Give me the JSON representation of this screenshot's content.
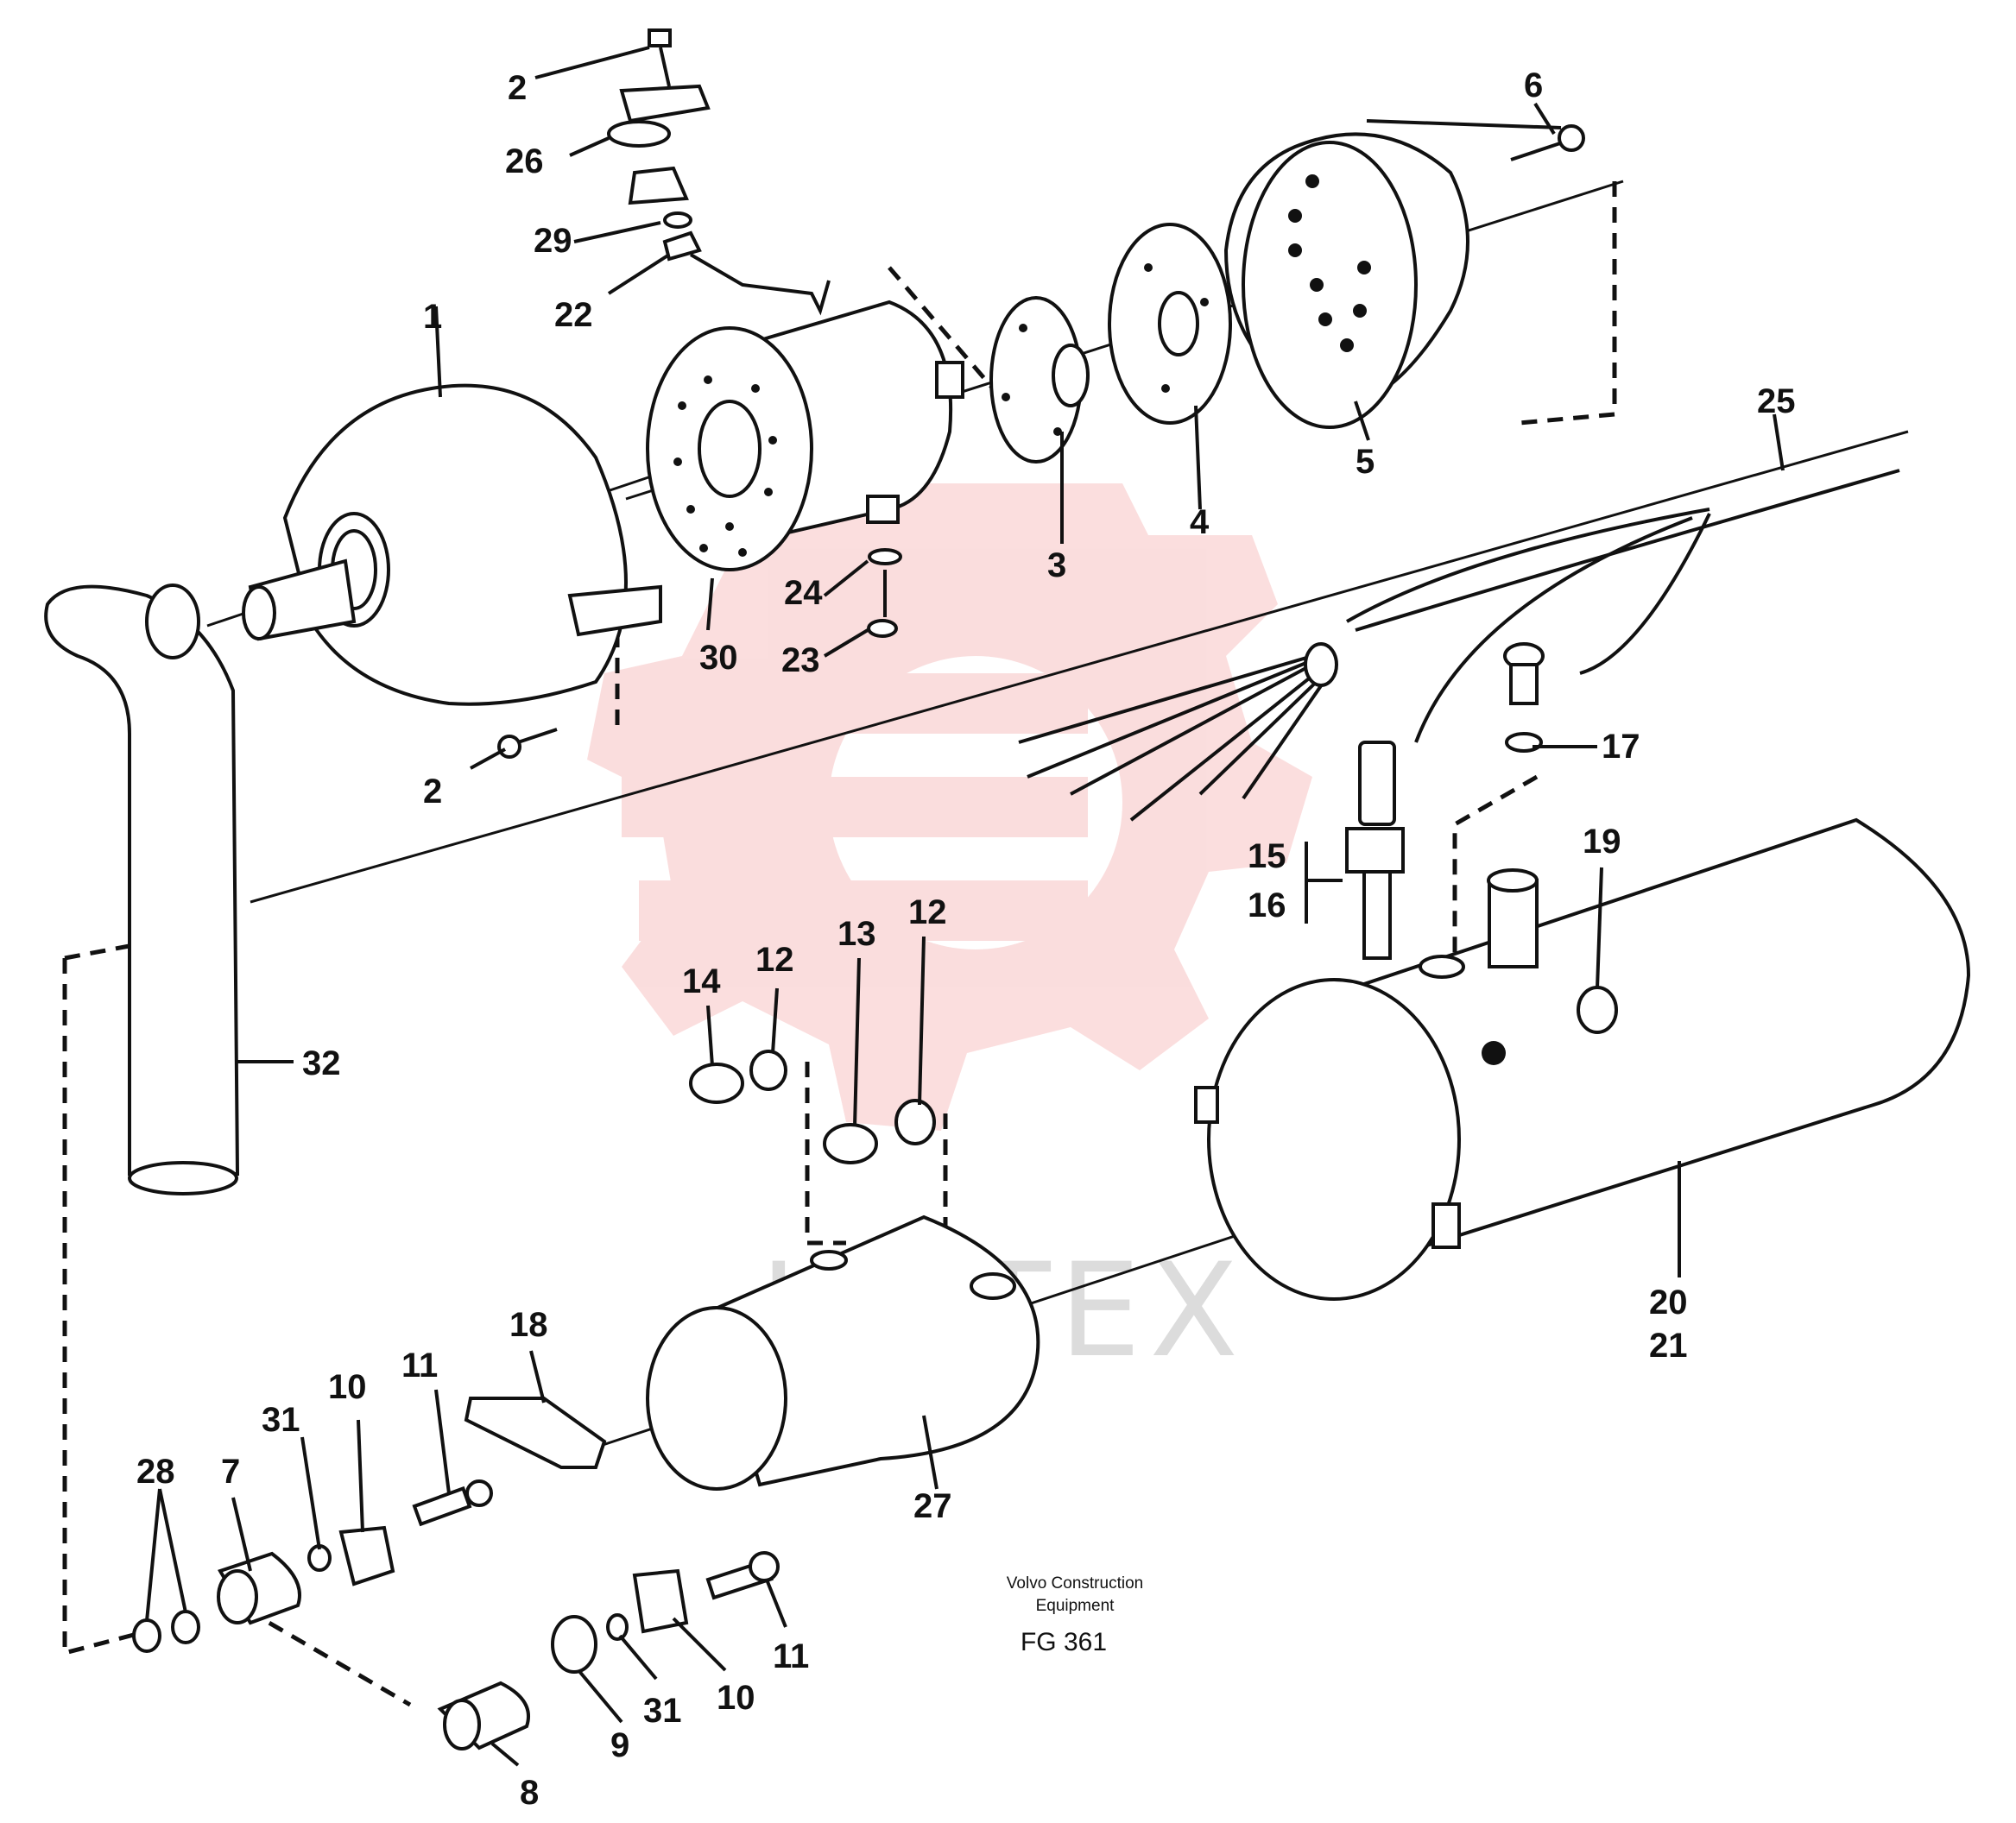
{
  "diagram": {
    "caption": {
      "line1": "Volvo Construction",
      "line2": "Equipment",
      "code": "FG 361"
    },
    "watermark": "ИНТЕХ",
    "callouts": {
      "c1": "1",
      "c2a": "2",
      "c2b": "2",
      "c3": "3",
      "c4": "4",
      "c5": "5",
      "c6": "6",
      "c7": "7",
      "c8": "8",
      "c9": "9",
      "c10a": "10",
      "c10b": "10",
      "c11a": "11",
      "c11b": "11",
      "c12a": "12",
      "c12b": "12",
      "c13": "13",
      "c14": "14",
      "c15": "15",
      "c16": "16",
      "c17": "17",
      "c18": "18",
      "c19": "19",
      "c20": "20",
      "c21": "21",
      "c22": "22",
      "c23": "23",
      "c24": "24",
      "c25": "25",
      "c26": "26",
      "c27": "27",
      "c28": "28",
      "c29": "29",
      "c30": "30",
      "c31a": "31",
      "c31b": "31",
      "c32": "32"
    }
  }
}
